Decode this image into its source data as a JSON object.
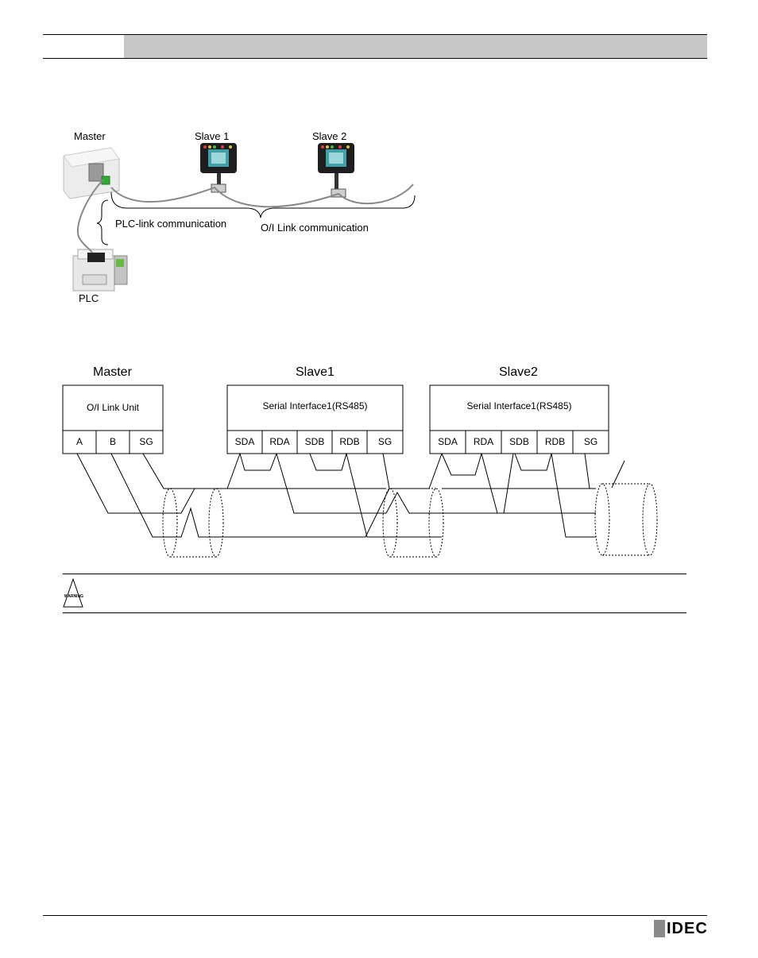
{
  "header": {},
  "overview": {
    "master_label": "Master",
    "slave1_label": "Slave 1",
    "slave2_label": "Slave 2",
    "plc_link_label": "PLC-link communication",
    "oi_link_label": "O/I Link communication",
    "plc_label": "PLC"
  },
  "wiring": {
    "master_title": "Master",
    "slave1_title": "Slave1",
    "slave2_title": "Slave2",
    "master_unit": "O/I Link Unit",
    "slave1_unit": "Serial Interface1(RS485)",
    "slave2_unit": "Serial Interface1(RS485)",
    "master_terminals": [
      "A",
      "B",
      "SG"
    ],
    "slave1_terminals": [
      "SDA",
      "RDA",
      "SDB",
      "RDB",
      "SG"
    ],
    "slave2_terminals": [
      "SDA",
      "RDA",
      "SDB",
      "RDB",
      "SG"
    ]
  },
  "warning": {
    "icon_text": "WARNING"
  },
  "footer": {
    "logo_text": "IDEC"
  },
  "colors": {
    "header_band": "#c8c8c8",
    "cable": "#888888",
    "device_screen": "#3fa0a8",
    "green_port": "#33aa33"
  }
}
